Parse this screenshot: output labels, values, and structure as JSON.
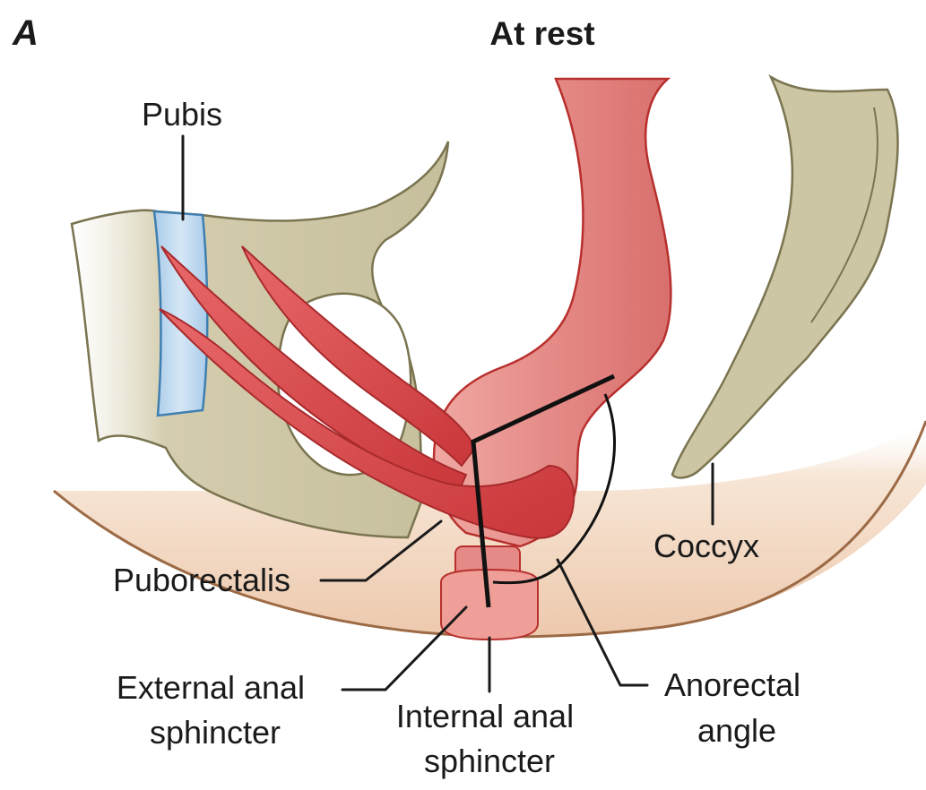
{
  "panel_letter": "A",
  "title": "At rest",
  "labels": {
    "pubis": "Pubis",
    "coccyx": "Coccyx",
    "puborectalis": "Puborectalis",
    "external_anal_sphincter": [
      "External anal",
      "sphincter"
    ],
    "internal_anal_sphincter": [
      "Internal anal",
      "sphincter"
    ],
    "anorectal_angle": [
      "Anorectal",
      "angle"
    ]
  },
  "colors": {
    "bone": "#cdc6a4",
    "bone_outline": "#7a7450",
    "skin": "#f1d7c2",
    "skin_edge": "#9c6a45",
    "rectum": "#e8908c",
    "rectum_edge": "#b8302e",
    "muscle": "#d8484a",
    "cartilage": "#bcd8ef",
    "cartilage_edge": "#3f7fb0",
    "angle_line": "#111111"
  }
}
